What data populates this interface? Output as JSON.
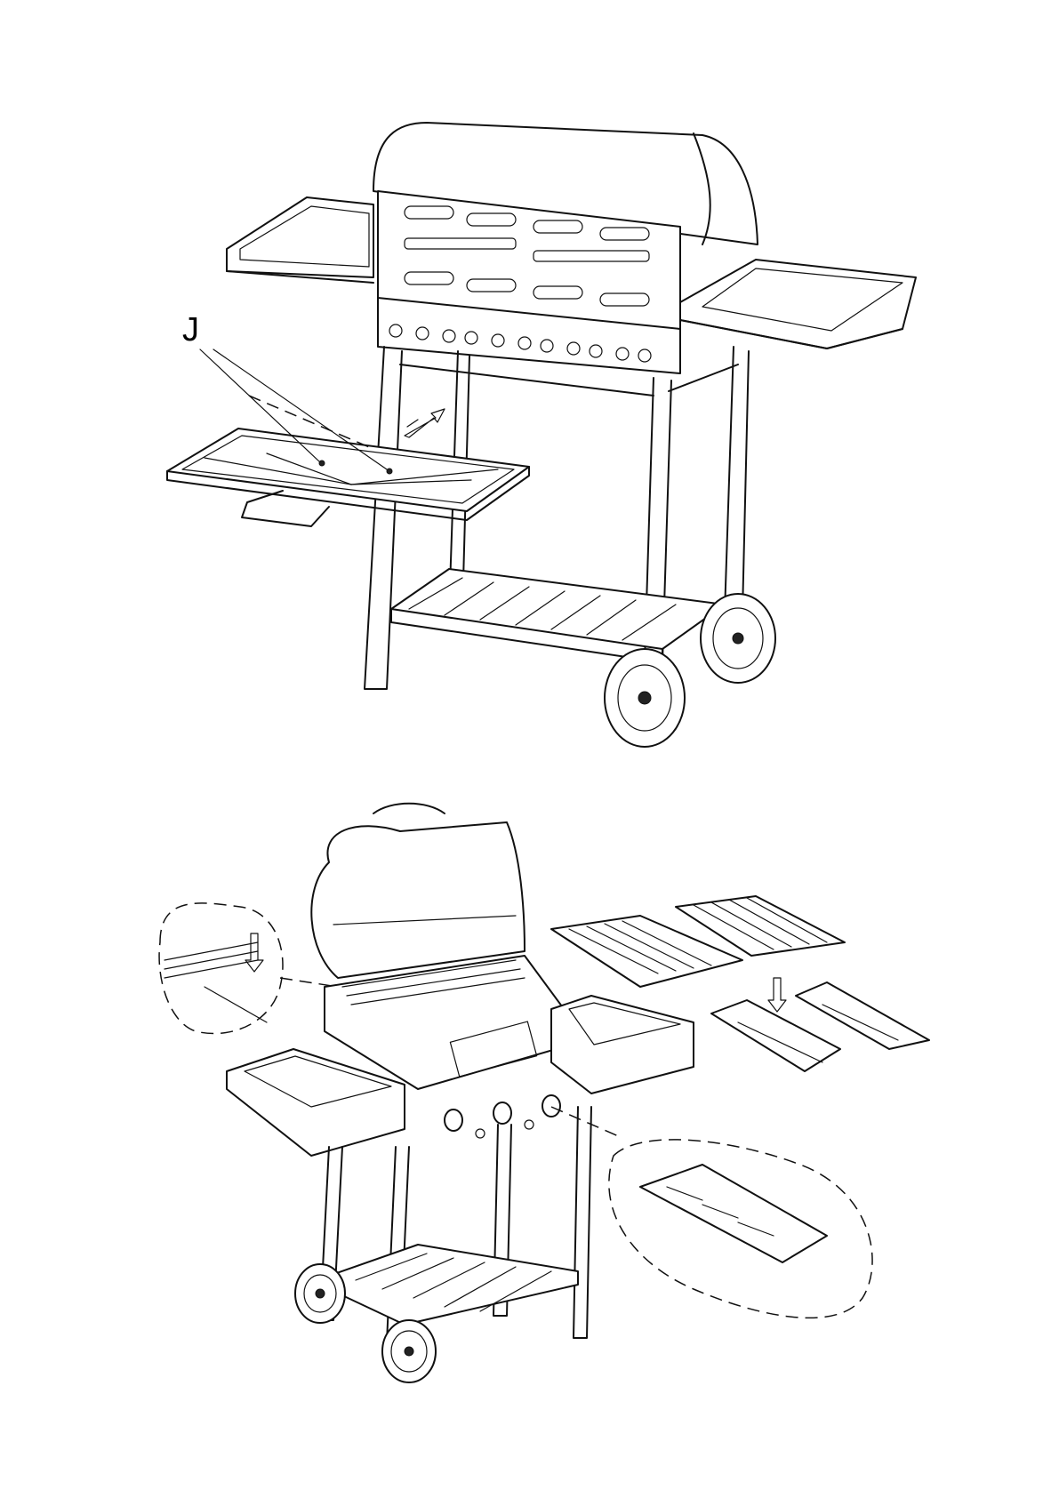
{
  "figure": {
    "top_diagram": {
      "part_label": "J",
      "arrows": [
        "insert-arrow"
      ]
    },
    "bottom_diagram": {
      "arrows": [
        "down-arrow-detail",
        "down-arrow-grids"
      ]
    }
  }
}
